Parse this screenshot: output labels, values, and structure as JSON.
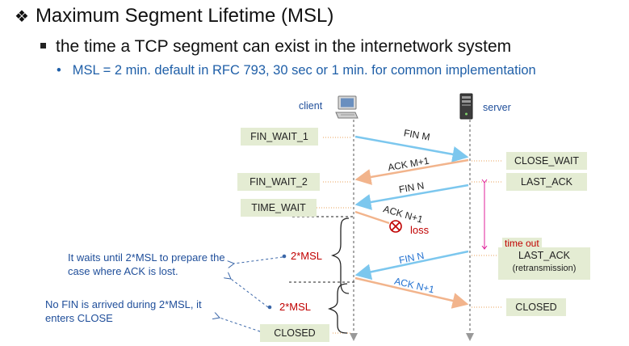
{
  "heading": {
    "title": "Maximum Segment Lifetime (MSL)",
    "sub": "the time a TCP segment can exist in the internetwork system",
    "detail": "MSL = 2 min. default in RFC 793, 30 sec or 1 min. for common implementation"
  },
  "hosts": {
    "client": "client",
    "server": "server"
  },
  "client_states": {
    "fin_wait_1": "FIN_WAIT_1",
    "fin_wait_2": "FIN_WAIT_2",
    "time_wait": "TIME_WAIT",
    "closed": "CLOSED"
  },
  "server_states": {
    "close_wait": "CLOSE_WAIT",
    "last_ack": "LAST_ACK",
    "time_out": "time out",
    "last_ack_retx": "LAST_ACK",
    "retransmission": "(retransmission)",
    "closed": "CLOSED"
  },
  "messages": {
    "fin_m": "FIN M",
    "ack_m1": "ACK M+1",
    "fin_n": "FIN N",
    "ack_n1": "ACK N+1",
    "loss": "loss",
    "fin_n_retx": "FIN N",
    "ack_n1_final": "ACK N+1"
  },
  "timers": {
    "msl_1": "2*MSL",
    "msl_2": "2*MSL"
  },
  "notes": {
    "note1": "It waits until 2*MSL  to prepare the case where ACK is lost.",
    "note2": "No FIN is arrived during 2*MSL, it enters CLOSE"
  },
  "colors": {
    "fin": "#7cc7ee",
    "ack": "#f2b48c",
    "state_bg": "#e4ecd3",
    "loss": "#c00000",
    "range": "#e0219a"
  }
}
